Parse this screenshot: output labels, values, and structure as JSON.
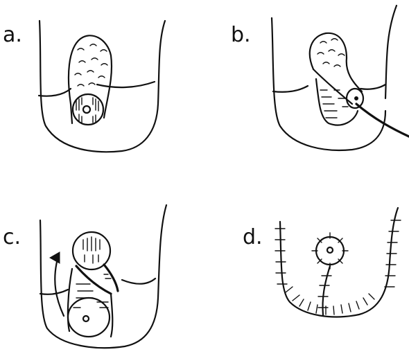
{
  "panels": [
    {
      "id": "a",
      "label": "a."
    },
    {
      "id": "b",
      "label": "b."
    },
    {
      "id": "c",
      "label": "c."
    },
    {
      "id": "d",
      "label": "d."
    }
  ],
  "colors": {
    "ink": "#111111",
    "background": "#ffffff"
  }
}
